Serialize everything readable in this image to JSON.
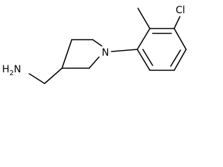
{
  "molecule": {
    "atom_labels": {
      "amine": "H2N",
      "amine_prefix": "H",
      "amine_subscript": "2",
      "amine_suffix": "N",
      "ring_nitrogen": "N",
      "chlorine": "Cl"
    },
    "colors": {
      "bond": "#000000",
      "label": "#000000",
      "background": "#ffffff"
    }
  }
}
